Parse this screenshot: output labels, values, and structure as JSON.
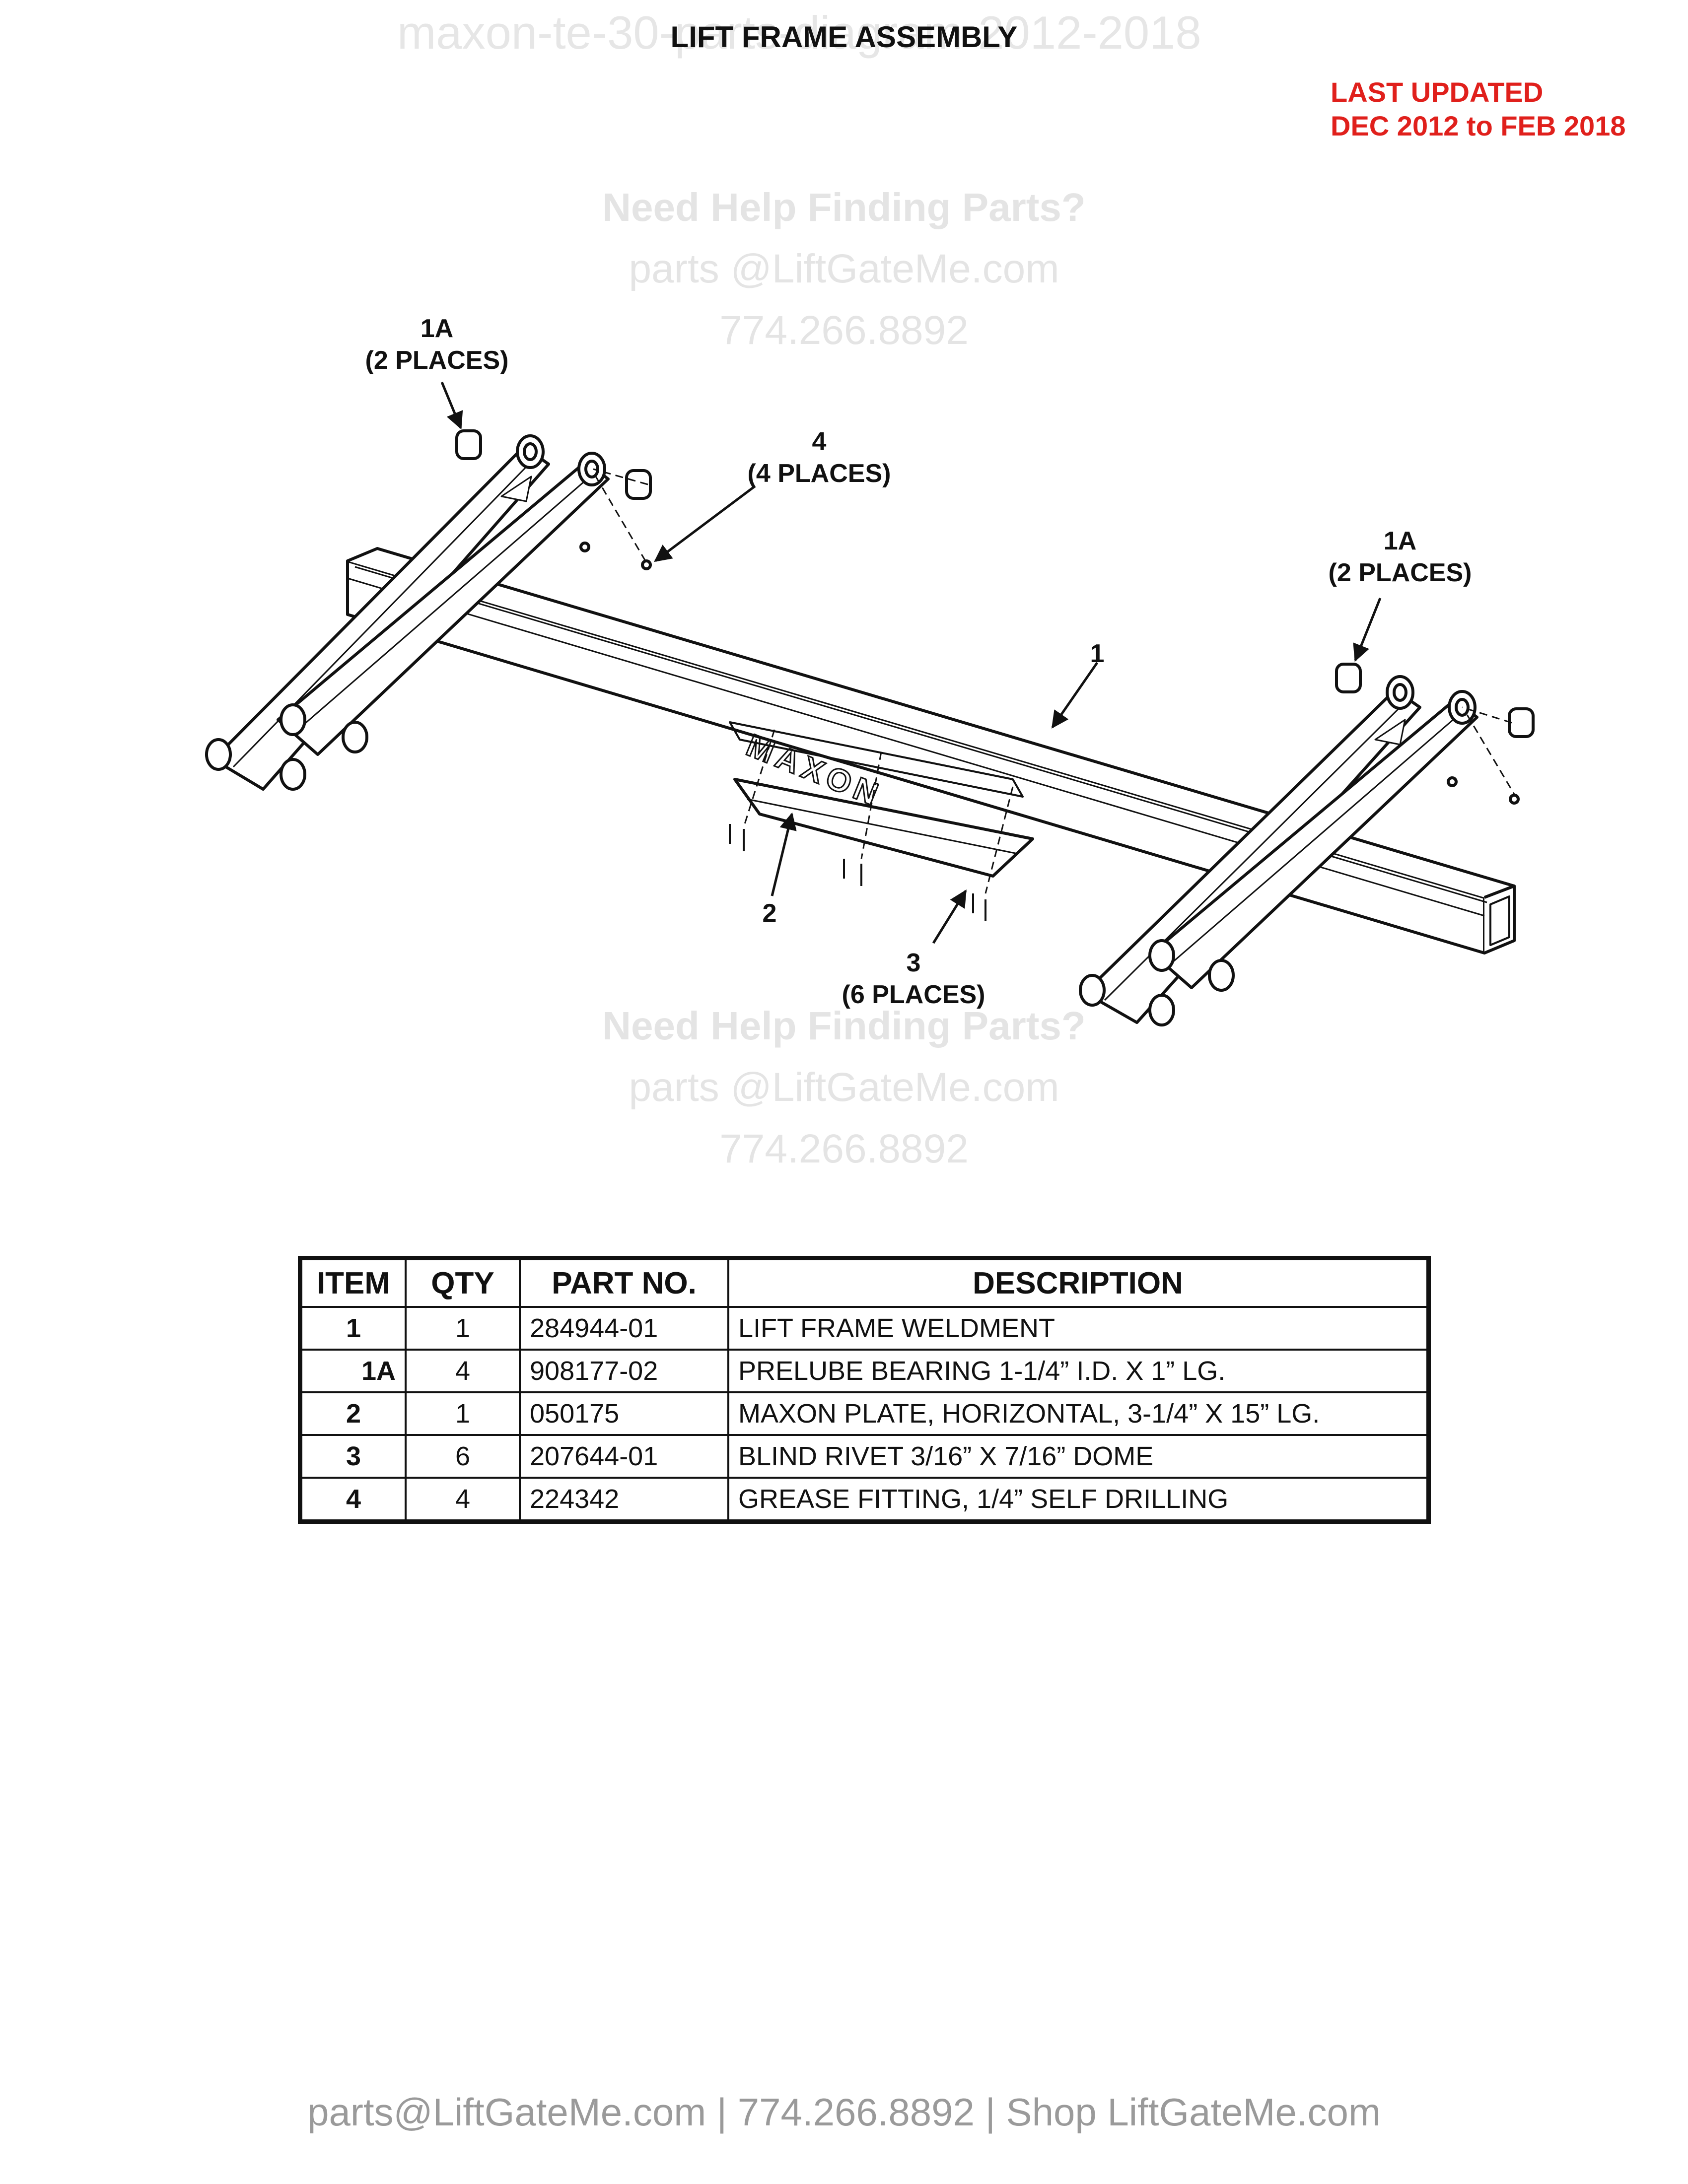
{
  "watermark": {
    "doc_name": "maxon-te-30-parts-diagram-2012-2018",
    "help_heading": "Need Help Finding Parts?",
    "help_email": "parts @LiftGateMe.com",
    "help_phone": "774.266.8892"
  },
  "header": {
    "title": "LIFT FRAME ASSEMBLY",
    "updated_line1": "LAST UPDATED",
    "updated_line2": "DEC 2012 to FEB 2018"
  },
  "callouts": {
    "c1a_left": {
      "label": "1A",
      "note": "(2 PLACES)"
    },
    "c4": {
      "label": "4",
      "note": "(4 PLACES)"
    },
    "c1a_right": {
      "label": "1A",
      "note": "(2 PLACES)"
    },
    "c1": {
      "label": "1"
    },
    "c2": {
      "label": "2"
    },
    "c3": {
      "label": "3",
      "note": "(6 PLACES)"
    }
  },
  "plate_text": "MAXON",
  "parts_table": {
    "headers": [
      "ITEM",
      "QTY",
      "PART NO.",
      "DESCRIPTION"
    ],
    "rows": [
      {
        "item": "1",
        "qty": "1",
        "part": "284944-01",
        "desc": "LIFT FRAME WELDMENT"
      },
      {
        "item": "1A",
        "qty": "4",
        "part": "908177-02",
        "desc": "PRELUBE BEARING 1-1/4” I.D. X 1” LG."
      },
      {
        "item": "2",
        "qty": "1",
        "part": "050175",
        "desc": "MAXON PLATE, HORIZONTAL, 3-1/4” X 15” LG."
      },
      {
        "item": "3",
        "qty": "6",
        "part": "207644-01",
        "desc": "BLIND RIVET 3/16” X 7/16” DOME"
      },
      {
        "item": "4",
        "qty": "4",
        "part": "224342",
        "desc": "GREASE FITTING, 1/4” SELF DRILLING"
      }
    ]
  },
  "footer": {
    "text": "parts@LiftGateMe.com | 774.266.8892 | Shop LiftGateMe.com"
  }
}
